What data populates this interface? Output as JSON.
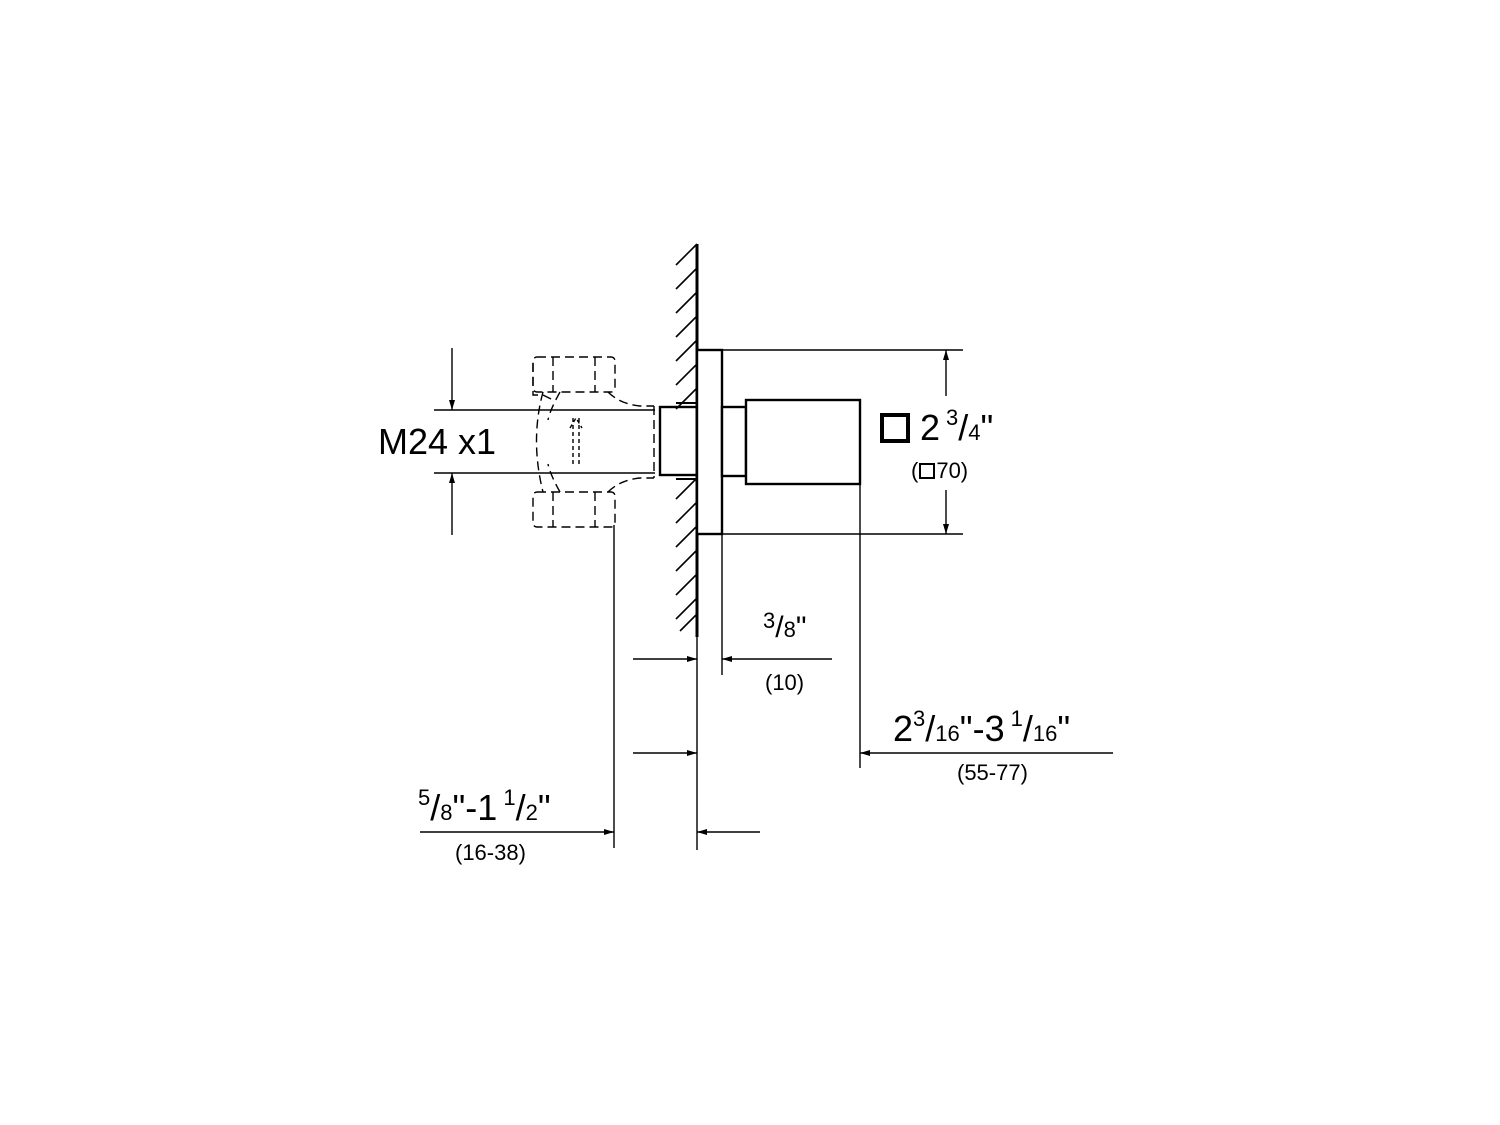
{
  "drawing": {
    "title": "Wall outlet elbow technical dimension drawing",
    "thread_label": "M24 x1",
    "square_size": {
      "whole": "2",
      "num": "3",
      "den": "4",
      "inch": "\"",
      "metric_prefix": "(",
      "metric_value": "70)",
      "icon": "square-icon"
    },
    "plate_thickness": {
      "num": "3",
      "den": "8",
      "inch": "\"",
      "metric": "(10)"
    },
    "projection": {
      "a_whole": "2",
      "a_num": "3",
      "a_den": "16",
      "a_inch": "\"",
      "dash": "-",
      "b_whole": "3",
      "b_num": "1",
      "b_den": "16",
      "b_inch": "\"",
      "metric": "(55-77)"
    },
    "wall_depth": {
      "a_num": "5",
      "a_den": "8",
      "a_inch": "\"",
      "dash": "-",
      "b_whole": "1",
      "b_num": "1",
      "b_den": "2",
      "b_inch": "\"",
      "metric": "(16-38)"
    },
    "colors": {
      "line": "#000000",
      "background": "#ffffff"
    }
  }
}
